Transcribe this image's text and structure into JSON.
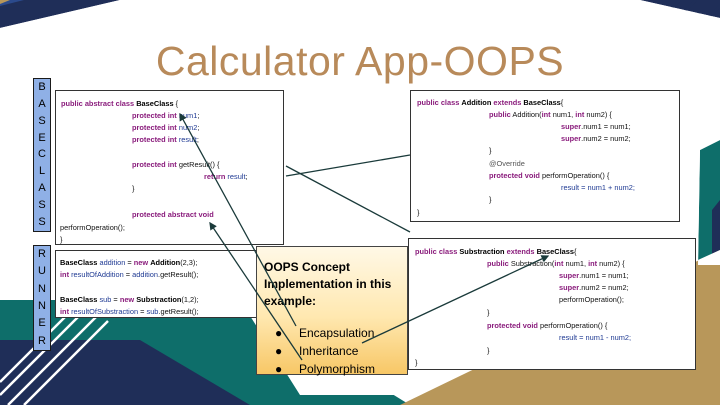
{
  "slide": {
    "title": "Calculator App-OOPS",
    "label_baseclass": [
      "B",
      "A",
      "S",
      "E",
      "C",
      "L",
      "A",
      "S",
      "S"
    ],
    "label_runner": [
      "R",
      "U",
      "N",
      "N",
      "E",
      "R"
    ]
  },
  "base_class": {
    "l1_kw": "public abstract class",
    "l1_name": "BaseClass",
    "l1_end": " {",
    "l2_kw": "protected int",
    "l2_var": "num1",
    "l3_kw": "protected int",
    "l3_var": "num2",
    "l4_kw": "protected int",
    "l4_var": "result",
    "l5_kw": "protected int",
    "l5_rest": "getResult() {",
    "l6_kw": "return",
    "l6_var": "result",
    "l7": "}",
    "l8_kw": "protected abstract void",
    "l9": "performOperation();",
    "l10": "}"
  },
  "runner": {
    "l1_cls": "BaseClass",
    "l1_var": "addition",
    "l1_mid": " = ",
    "l1_kw": "new",
    "l1_cls2": "Addition",
    "l1_args": "(2,3);",
    "l2_kw": "int",
    "l2_var": "resultOfAddition",
    "l2_mid": " = ",
    "l2_var2": "addition",
    "l2_rest": ".getResult();",
    "l3_cls": "BaseClass",
    "l3_var": "sub",
    "l3_mid": " = ",
    "l3_kw": "new",
    "l3_cls2": "Substraction",
    "l3_args": "(1,2);",
    "l4_kw": "int",
    "l4_var": "resultOfSubstraction",
    "l4_mid": " = ",
    "l4_var2": "sub",
    "l4_rest": ".getResult();"
  },
  "addition_class": {
    "l1_kw": "public class",
    "l1_name": "Addition",
    "l1_kw2": "extends",
    "l1_name2": "BaseClass",
    "l1_end": "{",
    "l2_kw": "public",
    "l2_rest": "Addition(",
    "l2_kw2": "int",
    "l2_p1": "num1, ",
    "l2_kw3": "int",
    "l2_p2": "num2) {",
    "l3_kw": "super",
    "l3_rest": ".num1 = num1;",
    "l4_kw": "super",
    "l4_rest": ".num2 = num2;",
    "l5": "}",
    "l6": "@Override",
    "l7_kw": "protected void",
    "l7_rest": "performOperation() {",
    "l8_var": "result",
    "l8_rest": " = num1 + num2;",
    "l9": "}",
    "l10": "}"
  },
  "substraction_class": {
    "l1_kw": "public class",
    "l1_name": "Substraction",
    "l1_kw2": "extends",
    "l1_name2": "BaseClass",
    "l1_end": "{",
    "l2_kw": "public",
    "l2_rest": "Substraction(",
    "l2_kw2": "int",
    "l2_p1": "num1, ",
    "l2_kw3": "int",
    "l2_p2": "num2) {",
    "l3_kw": "super",
    "l3_rest": ".num1 = num1;",
    "l4_kw": "super",
    "l4_rest": ".num2 = num2;",
    "l5": "performOperation();",
    "l6": "}",
    "l7_kw": "protected void",
    "l7_rest": "performOperation() {",
    "l8_var": "result",
    "l8_rest": " = num1 - num2;",
    "l9": "}",
    "l10": "}"
  },
  "oops_box": {
    "heading": "OOPS Concept Implementation in this example:",
    "items": [
      "Encapsulation",
      "Inheritance",
      "Polymorphism"
    ],
    "bullet": "●"
  },
  "colors": {
    "title": "#B88A5A",
    "label_fill": "#8FB0E6",
    "keyword": "#8A1C7C",
    "variable": "#1F3A93",
    "bg_navy": "#1F2E58",
    "bg_teal": "#0E6E6A",
    "bg_gold": "#B8975A"
  }
}
